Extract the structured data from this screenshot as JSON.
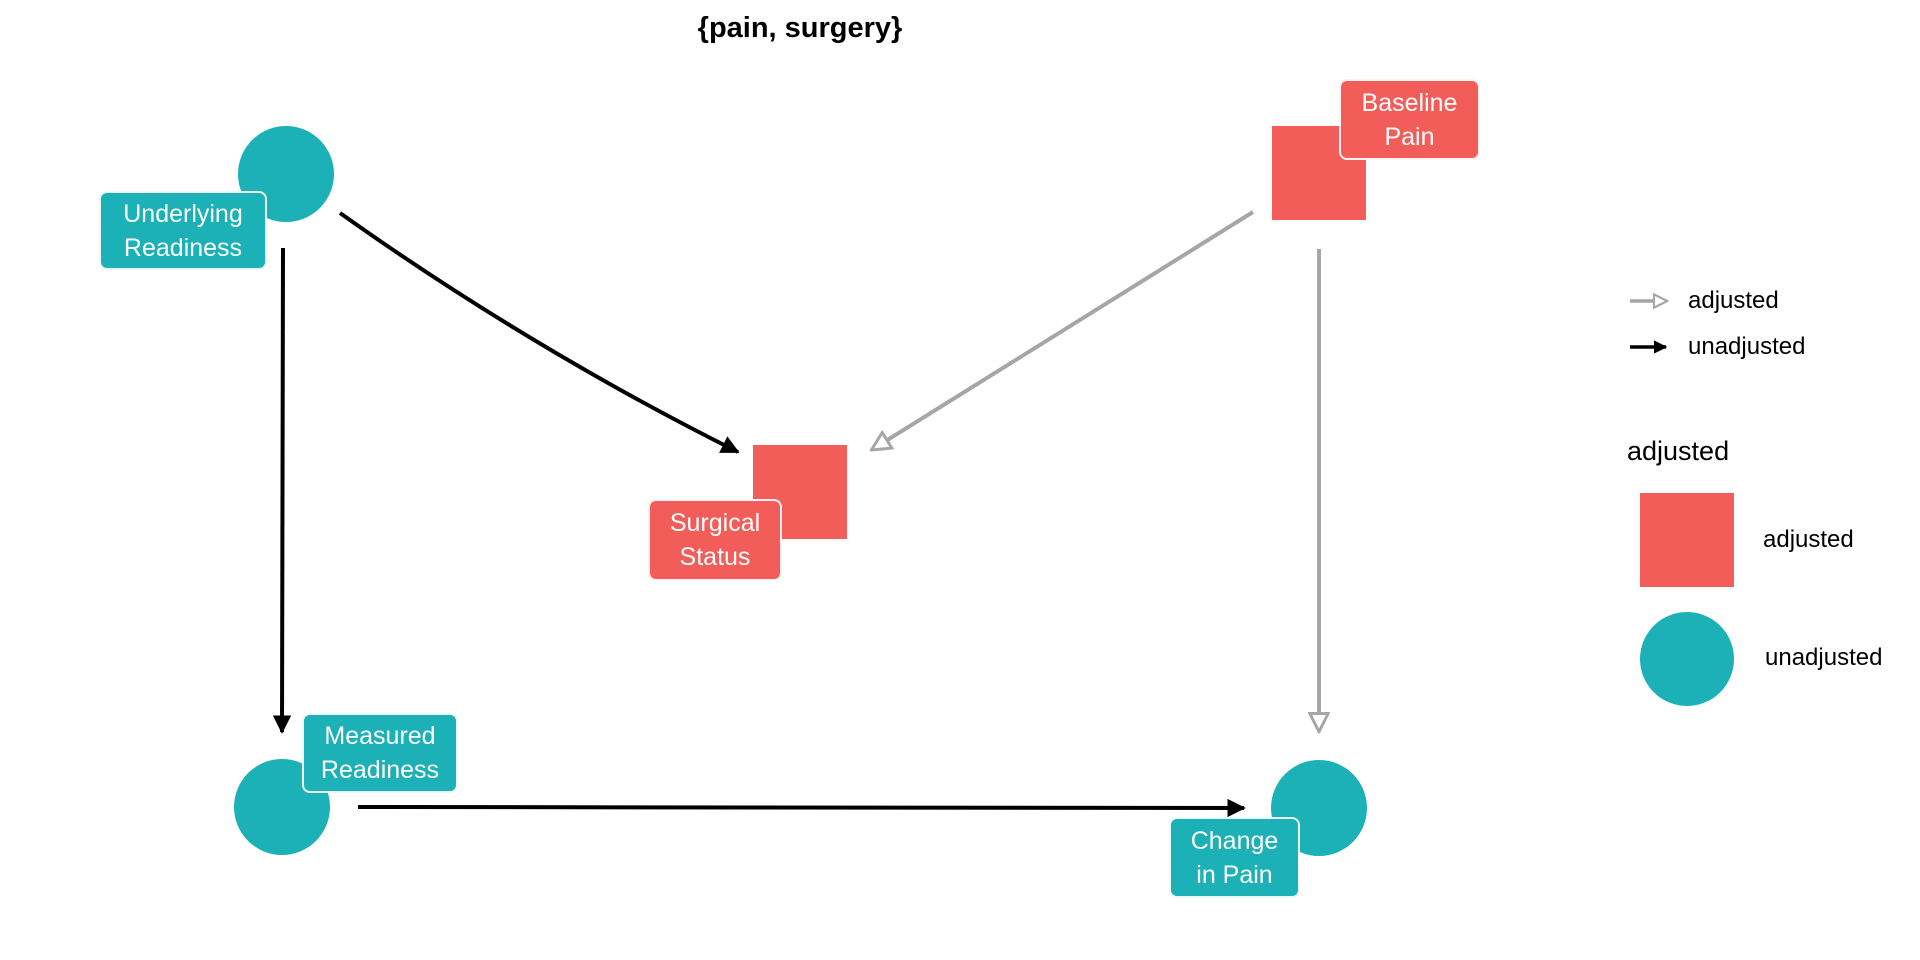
{
  "title": "{pain, surgery}",
  "colors": {
    "teal": "#1BB1B6",
    "red": "#F25D5A",
    "black_edge": "#000000",
    "gray_edge": "#A6A6A6"
  },
  "nodes": {
    "underlying_readiness": {
      "label": "Underlying\nReadiness",
      "shape": "circle",
      "status": "unadjusted"
    },
    "baseline_pain": {
      "label": "Baseline\nPain",
      "shape": "square",
      "status": "adjusted"
    },
    "surgical_status": {
      "label": "Surgical\nStatus",
      "shape": "square",
      "status": "adjusted"
    },
    "measured_readiness": {
      "label": "Measured\nReadiness",
      "shape": "circle",
      "status": "unadjusted"
    },
    "change_in_pain": {
      "label": "Change\nin Pain",
      "shape": "circle",
      "status": "unadjusted"
    }
  },
  "edges": [
    {
      "from": "Underlying Readiness",
      "to": "Surgical Status",
      "type": "unadjusted"
    },
    {
      "from": "Underlying Readiness",
      "to": "Measured Readiness",
      "type": "unadjusted"
    },
    {
      "from": "Baseline Pain",
      "to": "Surgical Status",
      "type": "adjusted"
    },
    {
      "from": "Baseline Pain",
      "to": "Change in Pain",
      "type": "adjusted"
    },
    {
      "from": "Measured Readiness",
      "to": "Change in Pain",
      "type": "unadjusted"
    }
  ],
  "edge_legend": {
    "adjusted_label": "adjusted",
    "unadjusted_label": "unadjusted"
  },
  "shape_legend": {
    "title": "adjusted",
    "adjusted_label": "adjusted",
    "unadjusted_label": "unadjusted"
  }
}
